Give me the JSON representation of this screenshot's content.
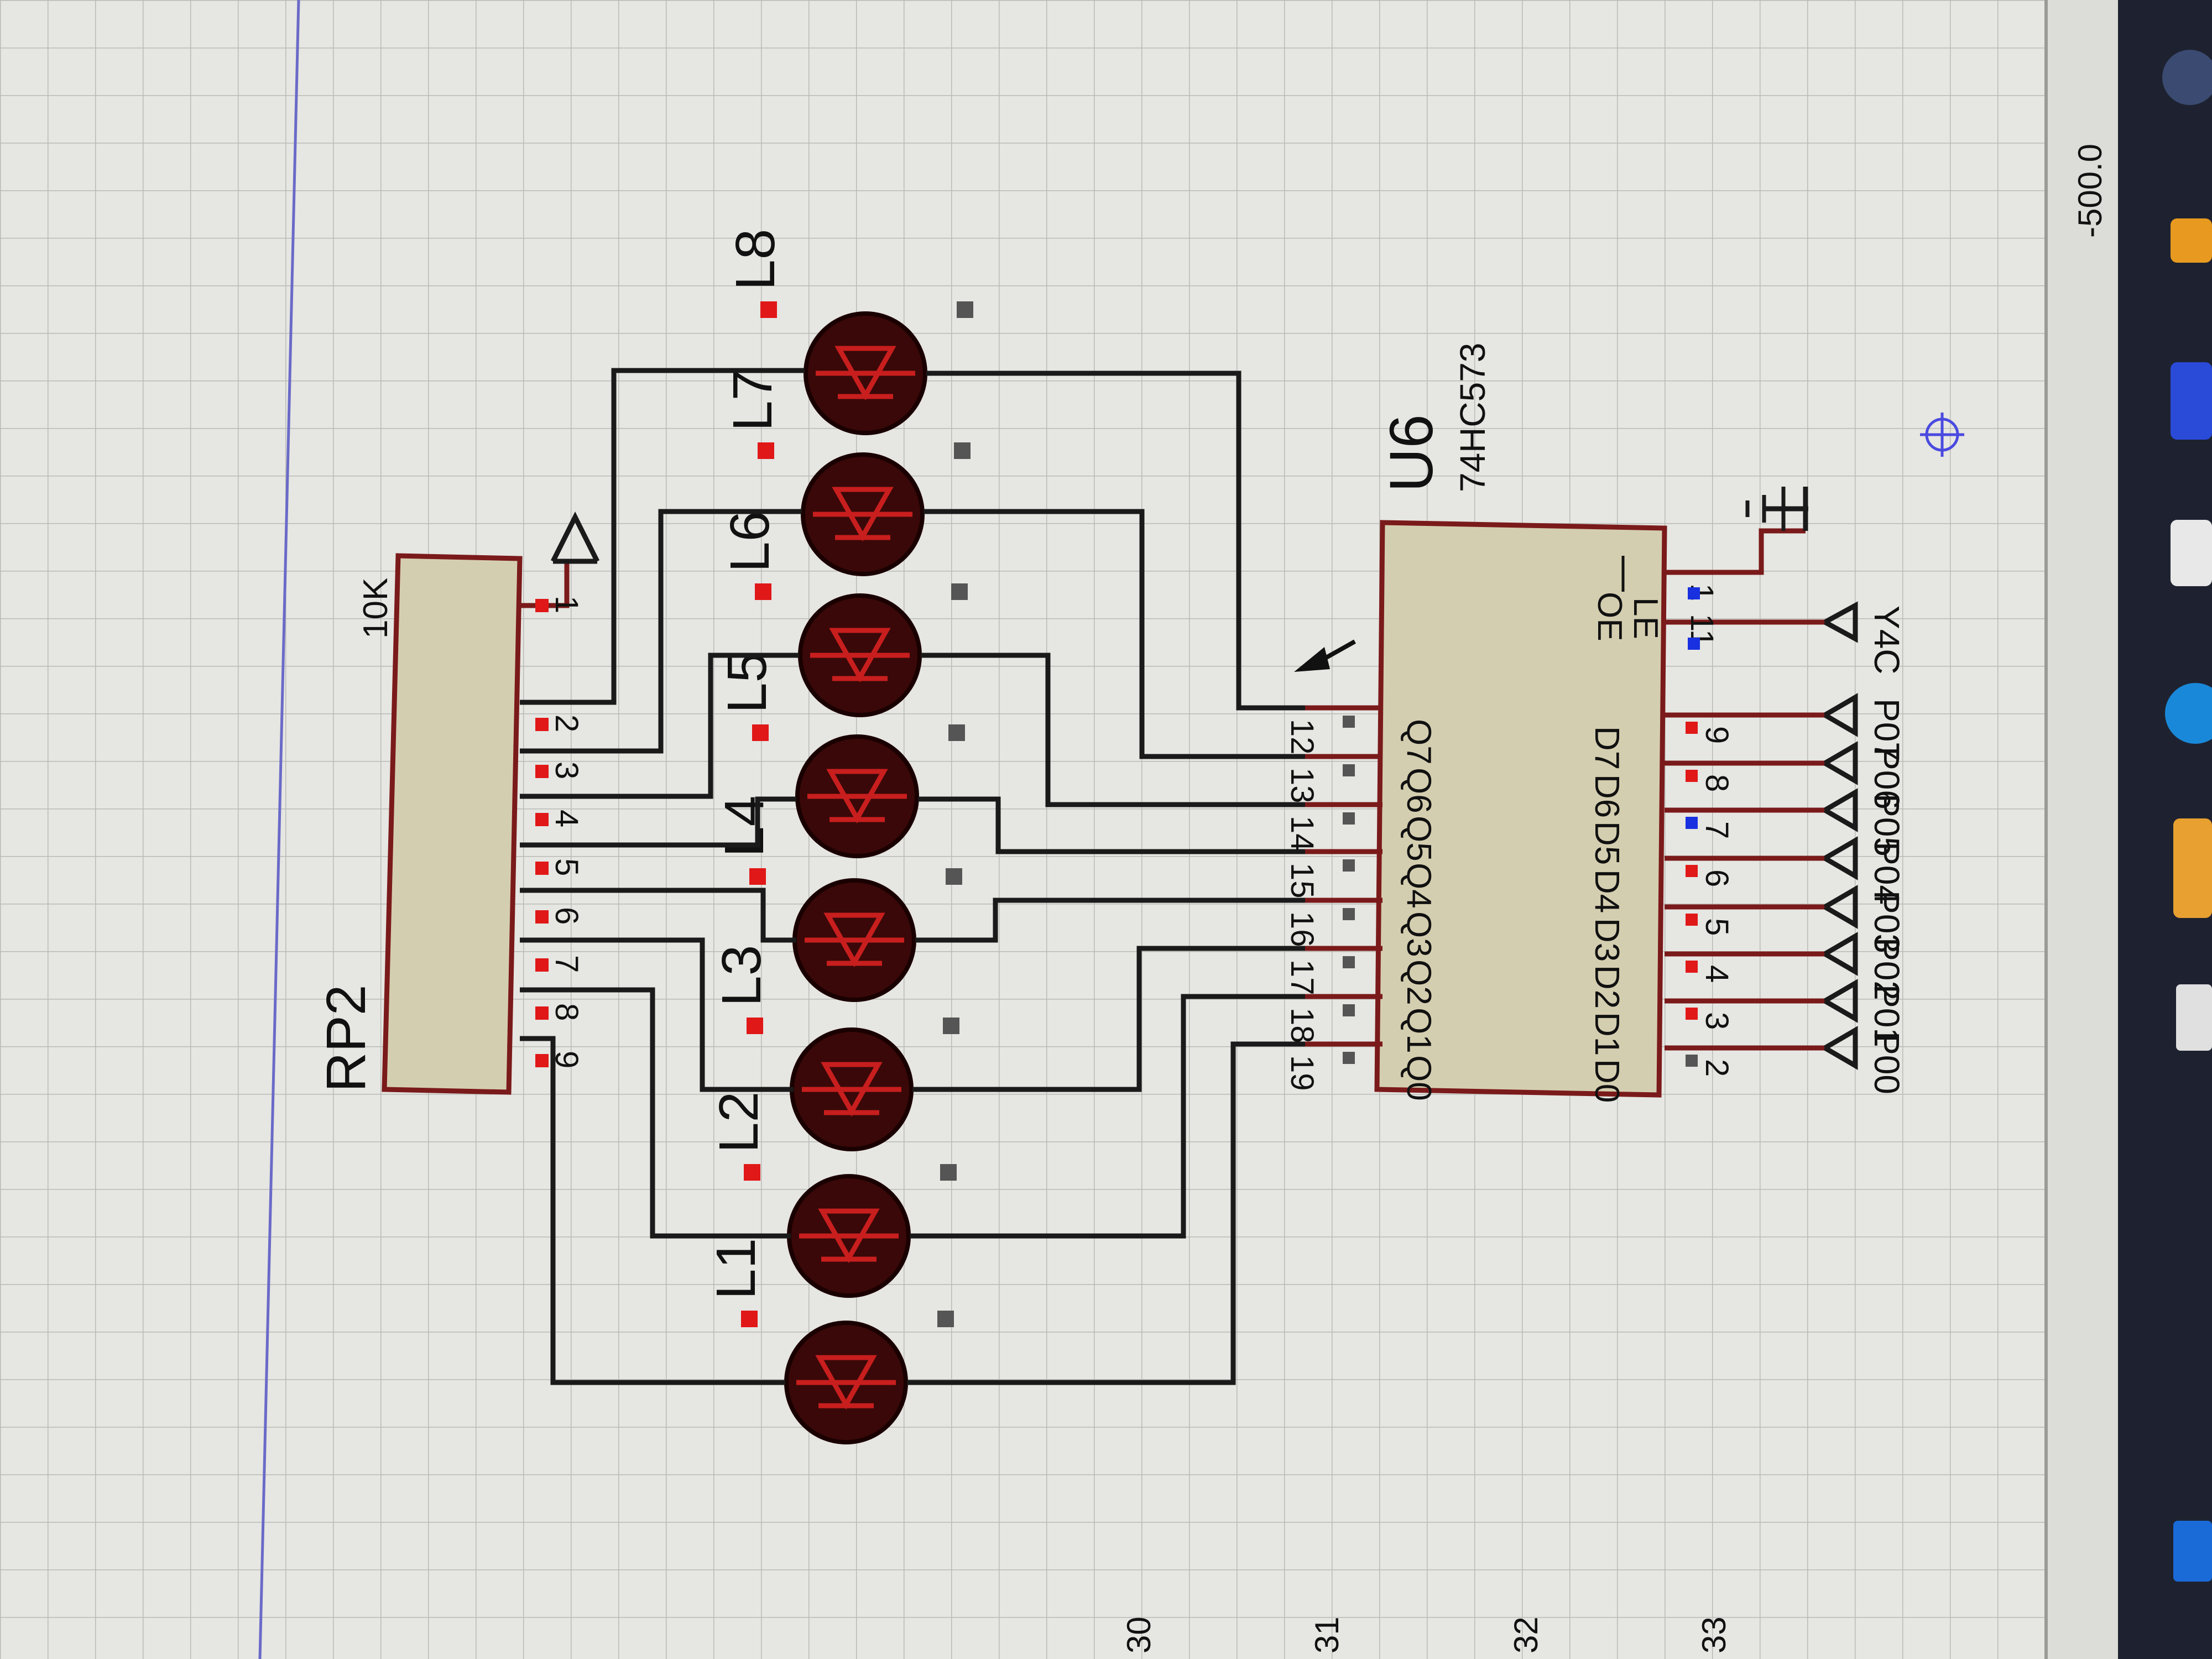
{
  "schematic": {
    "title_ref": "U6",
    "chip": {
      "ref": "U6",
      "part": "74HC573",
      "oe_label": "OE",
      "le_label": "LE",
      "oe_pin": "1",
      "le_pin": "11",
      "q_pins": [
        {
          "name": "Q7",
          "num": "12"
        },
        {
          "name": "Q6",
          "num": "13"
        },
        {
          "name": "Q5",
          "num": "14"
        },
        {
          "name": "Q4",
          "num": "15"
        },
        {
          "name": "Q3",
          "num": "16"
        },
        {
          "name": "Q2",
          "num": "17"
        },
        {
          "name": "Q1",
          "num": "18"
        },
        {
          "name": "Q0",
          "num": "19"
        }
      ],
      "d_pins": [
        {
          "name": "D7",
          "num": "9",
          "net": "P07"
        },
        {
          "name": "D6",
          "num": "8",
          "net": "P06"
        },
        {
          "name": "D5",
          "num": "7",
          "net": "P05"
        },
        {
          "name": "D4",
          "num": "6",
          "net": "P04"
        },
        {
          "name": "D3",
          "num": "5",
          "net": "P03"
        },
        {
          "name": "D2",
          "num": "4",
          "net": "P02"
        },
        {
          "name": "D1",
          "num": "3",
          "net": "P01"
        },
        {
          "name": "D0",
          "num": "2",
          "net": "P00"
        }
      ],
      "le_net": "Y4C"
    },
    "resistor_pack": {
      "ref": "RP2",
      "value": "10K",
      "pins": [
        "1",
        "2",
        "3",
        "4",
        "5",
        "6",
        "7",
        "8",
        "9"
      ]
    },
    "leds": [
      "L1",
      "L2",
      "L3",
      "L4",
      "L5",
      "L6",
      "L7",
      "L8"
    ],
    "coordinate_readout": "-500.0",
    "ruler_marks": [
      "30",
      "31",
      "32",
      "33"
    ],
    "colors": {
      "background": "#dcdcd8",
      "grid": "#b9bab6",
      "chip_fill": "#d4ceb0",
      "chip_border": "#7a1a1a",
      "led_fill": "#3a0808",
      "led_glyph": "#c81e1e",
      "pin_marker_red": "#e01818",
      "pin_marker_blue": "#1830e0",
      "pin_marker_gray": "#555555",
      "wire": "#1a1a1a"
    }
  }
}
